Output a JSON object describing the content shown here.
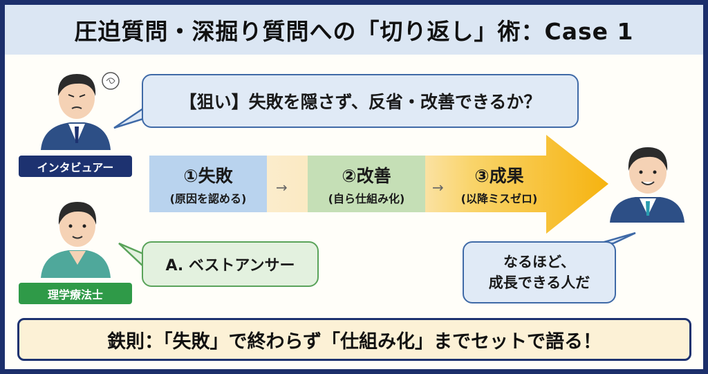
{
  "title": "圧迫質問・深掘り質問への「切り返し」術：Case 1",
  "interviewer": {
    "label": "インタビュアー",
    "speech": "【狙い】失敗を隠さず、反省・改善できるか？"
  },
  "candidate": {
    "label": "理学療法士",
    "speech": "A. ベストアンサー"
  },
  "flow": [
    {
      "title": "①失敗",
      "subtitle": "(原因を認める)"
    },
    {
      "title": "②改善",
      "subtitle": "(自ら仕組み化)"
    },
    {
      "title": "③成果",
      "subtitle": "(以降ミスゼロ)"
    }
  ],
  "arrow_glyph": "→",
  "reaction": {
    "line1": "なるほど、",
    "line2": "成長できる人だ"
  },
  "footer": "鉄則：「失敗」で終わらず「仕組み化」までセットで語る！",
  "colors": {
    "navy": "#1d3270",
    "green": "#2f9a48",
    "yellow": "#f7b917",
    "blue": "#b9d3ee"
  }
}
